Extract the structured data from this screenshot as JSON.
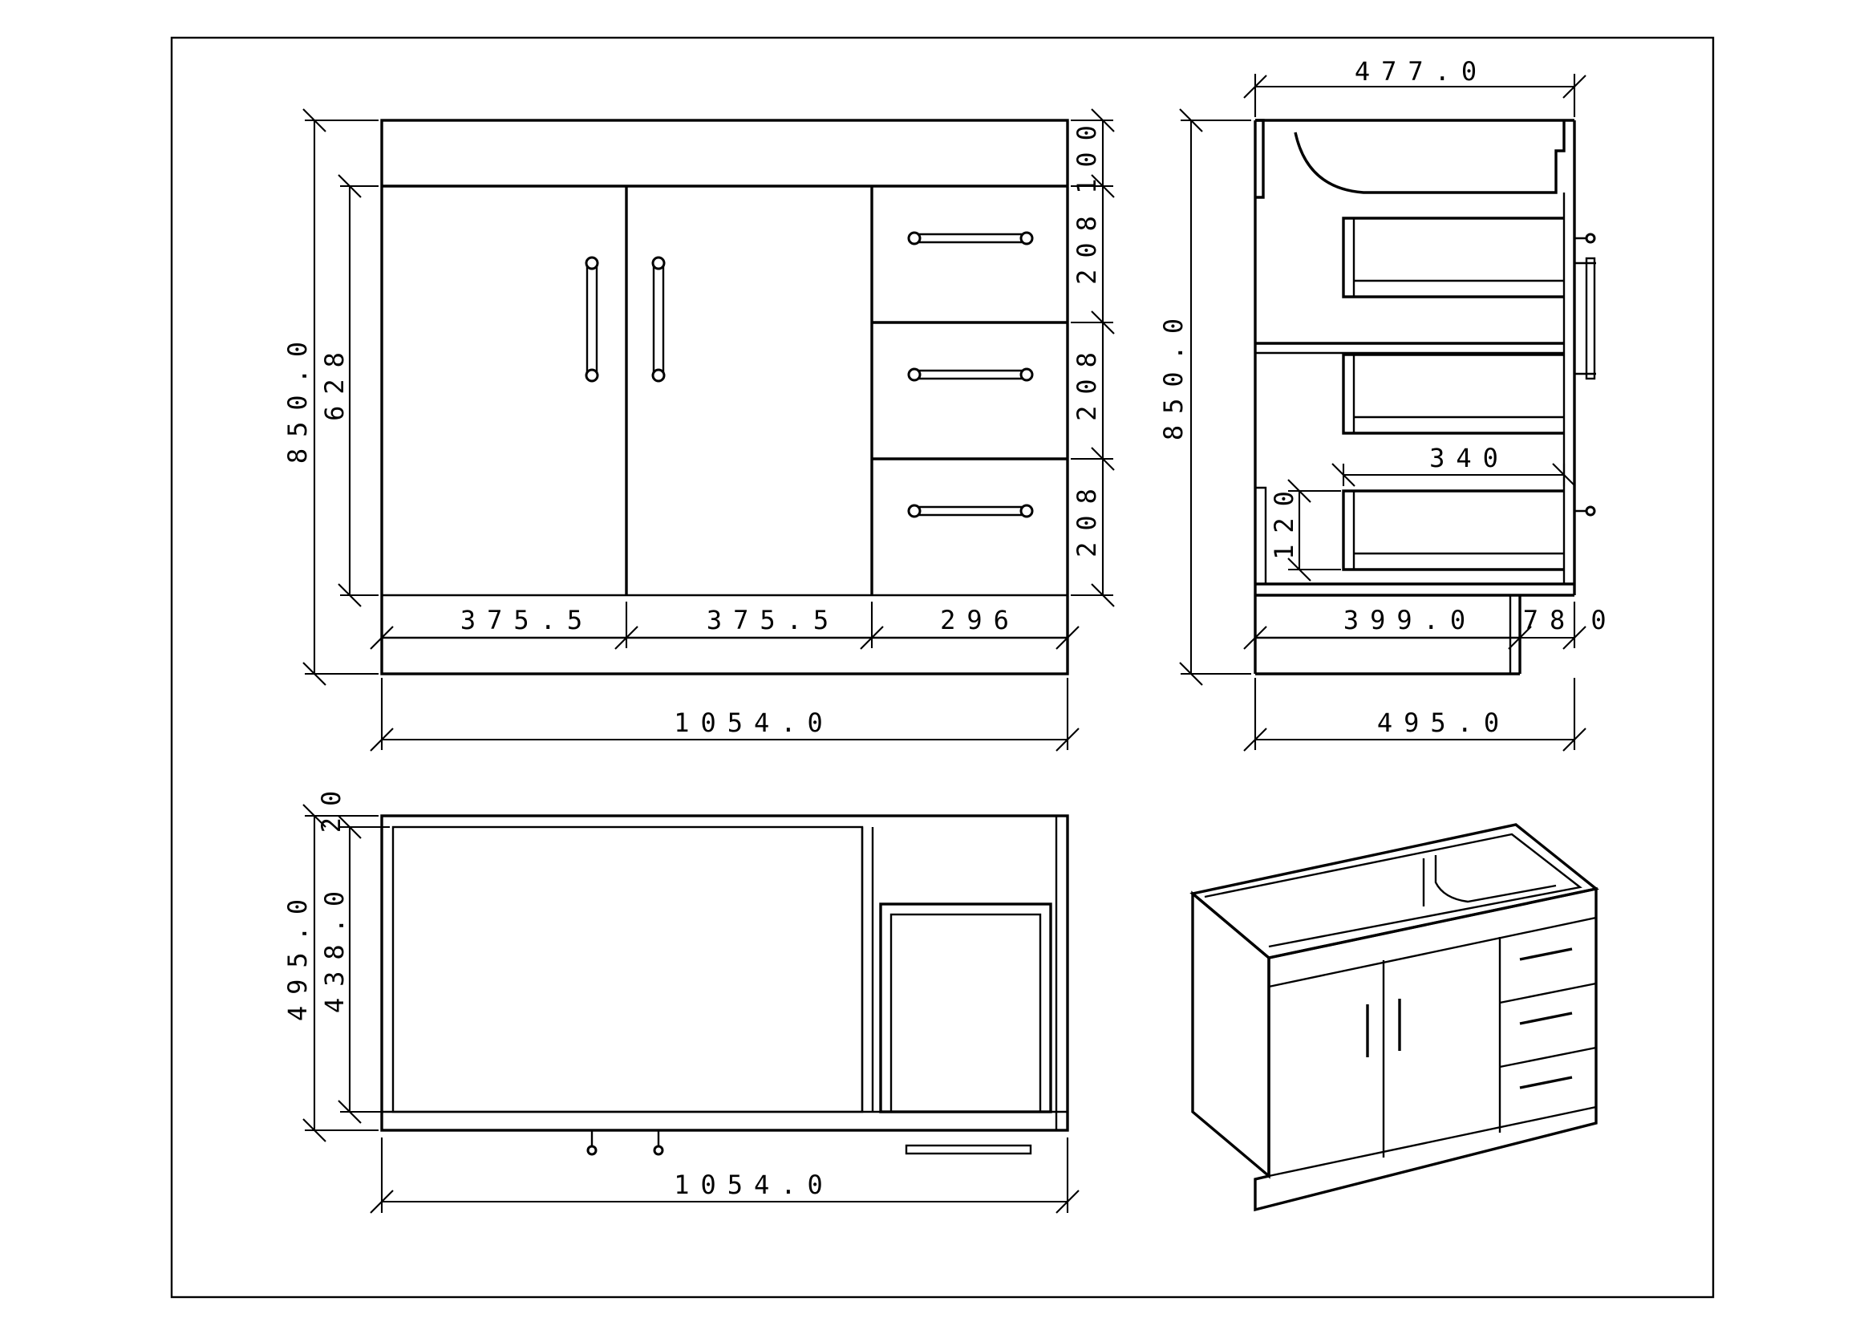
{
  "drawing": {
    "views": [
      "front-view",
      "side-view",
      "top-view",
      "isometric-view"
    ],
    "front_view": {
      "overall_height": "850.0",
      "door_height": "628",
      "top_rail": "100",
      "drawer_1": "208",
      "drawer_2": "208",
      "drawer_3": "208",
      "door_left_width": "375.5",
      "door_right_width": "375.5",
      "drawer_width": "296",
      "overall_width": "1054.0"
    },
    "side_view": {
      "top_depth": "477.0",
      "overall_height": "850.0",
      "drawer_depth": "340",
      "drawer_height": "120",
      "plinth_depth": "399.0",
      "toe_offset": "78",
      "zero_mark": "0",
      "overall_depth": "495.0"
    },
    "top_view": {
      "back_gap": "20",
      "overall_depth": "495.0",
      "inner_depth": "438.0",
      "overall_width": "1054.0"
    }
  }
}
